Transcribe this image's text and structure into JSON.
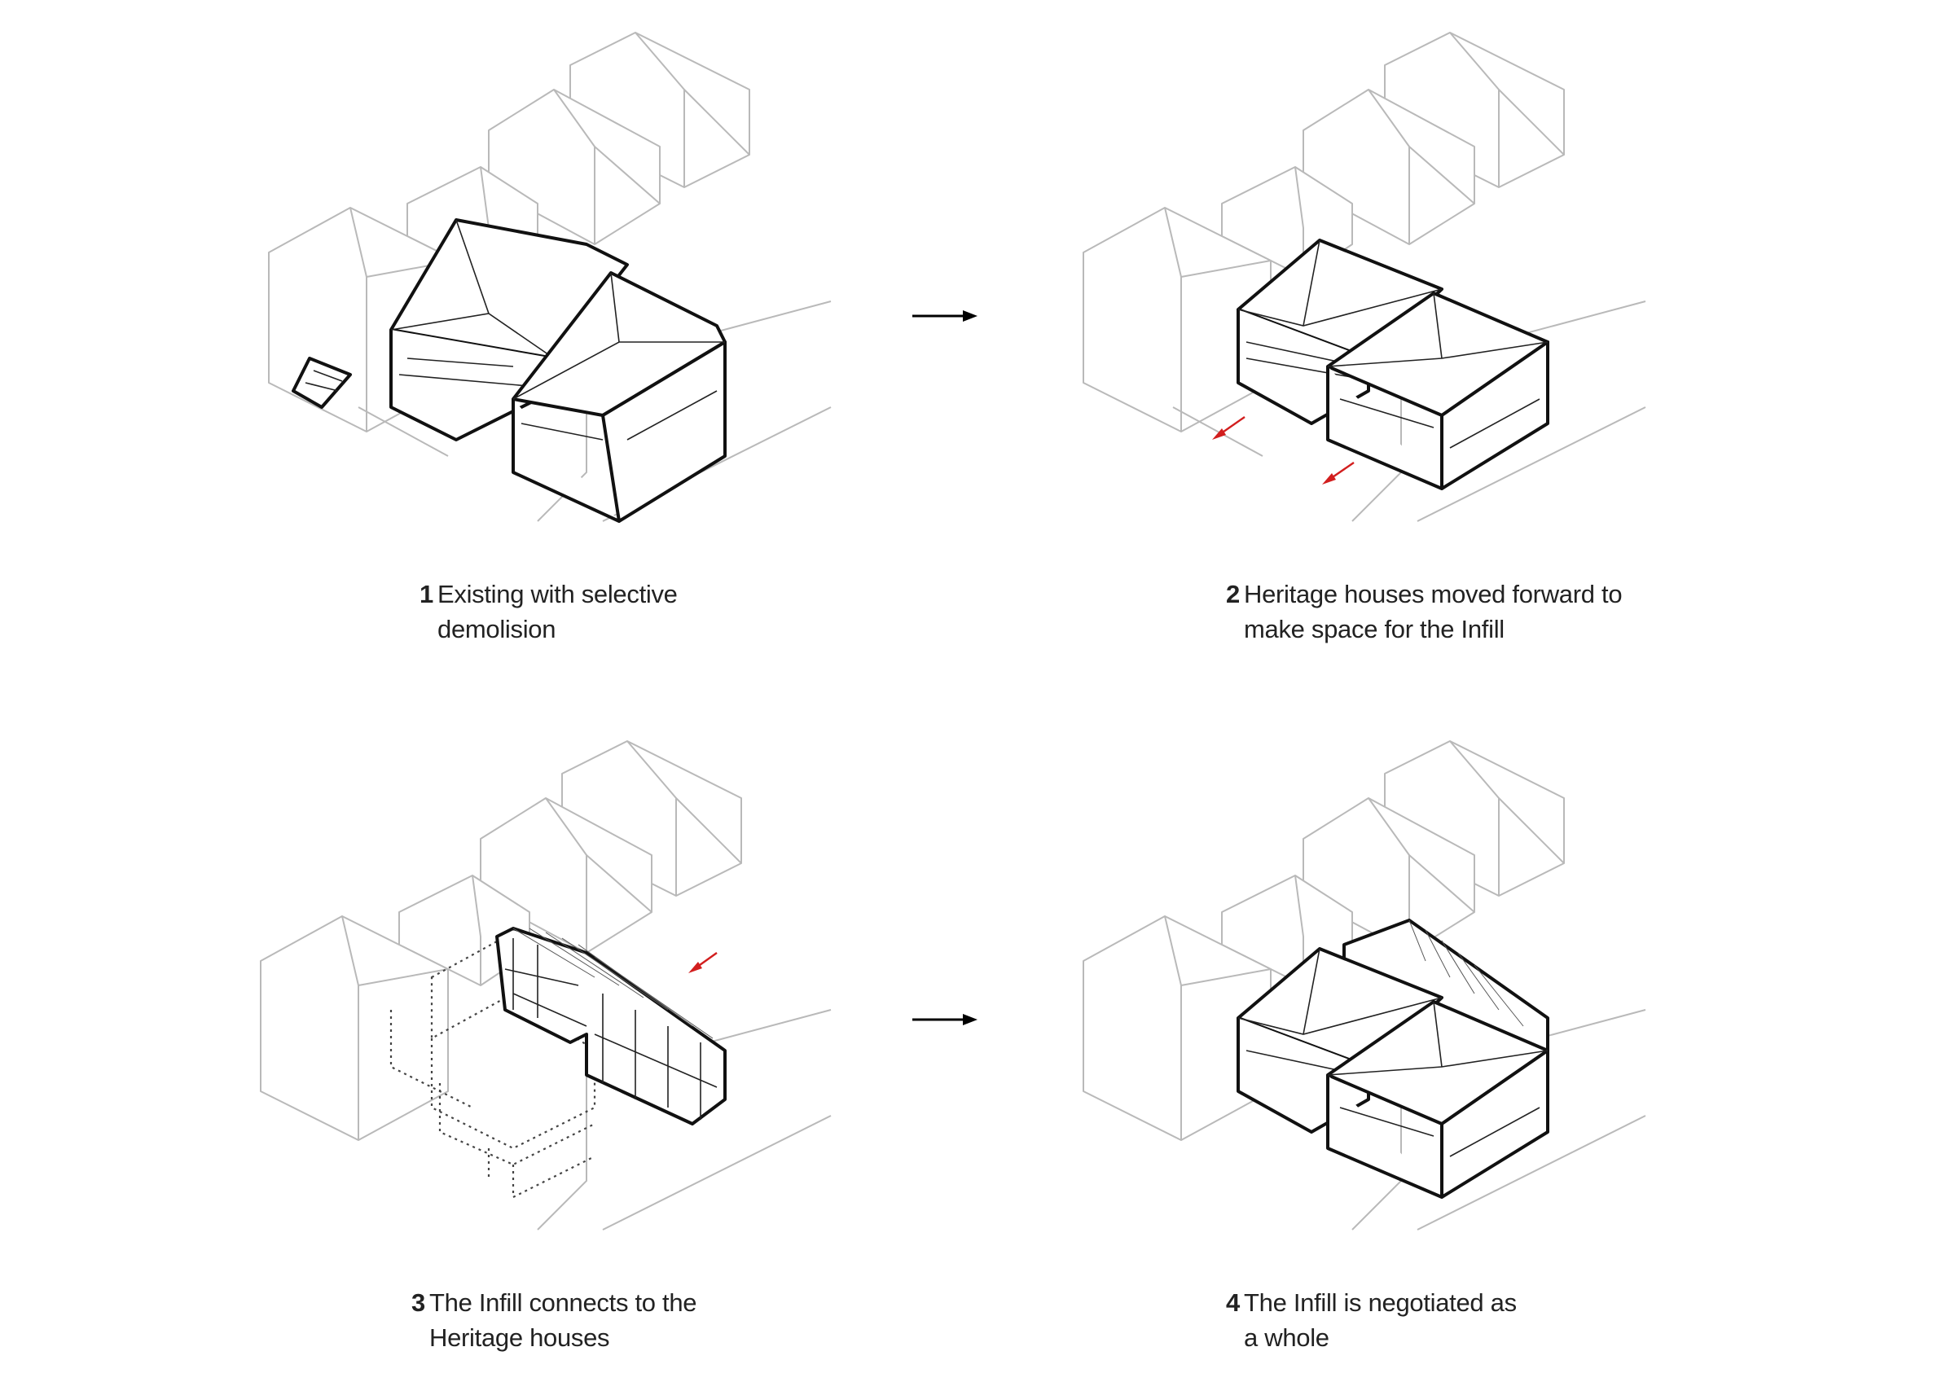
{
  "panels": [
    {
      "number": "1",
      "line1": "Existing with selective",
      "line2": "demolision"
    },
    {
      "number": "2",
      "line1": "Heritage houses moved forward to",
      "line2": "make space for the Infill"
    },
    {
      "number": "3",
      "line1": "The Infill connects to the",
      "line2": "Heritage houses"
    },
    {
      "number": "4",
      "line1": "The Infill is negotiated as",
      "line2": "a whole"
    }
  ],
  "colors": {
    "context": "#b9b9b9",
    "heritage": "#111111",
    "move_arrow": "#d21e1e"
  }
}
